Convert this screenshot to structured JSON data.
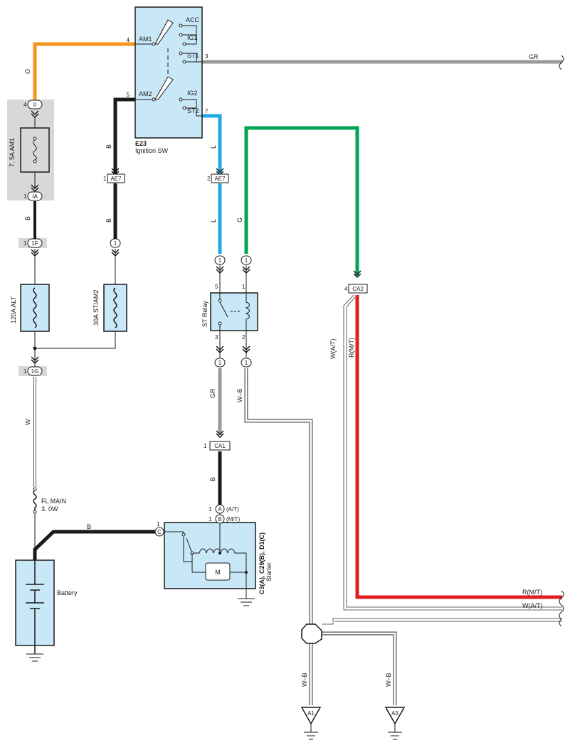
{
  "colors": {
    "orange": "#f7941d",
    "black": "#1a1a1a",
    "gray": "#999999",
    "blue": "#1fa9e6",
    "green": "#00a651",
    "red": "#e02020",
    "component_fill": "#c9e8f7",
    "shade": "#d8d8d8"
  },
  "ignition_switch": {
    "ref": "E23",
    "name": "Ignition SW",
    "terminals": {
      "am1": "AM1",
      "am2": "AM2",
      "acc": "ACC",
      "ig1": "IG1",
      "st1": "ST1",
      "ig2": "IG2",
      "st2": "ST2"
    },
    "pins": {
      "am1": "4",
      "am2": "5",
      "st1": "3",
      "st2": "7"
    }
  },
  "wire_colors": {
    "o": "O",
    "b": "B",
    "gr": "GR",
    "l": "L",
    "g": "G",
    "w": "W",
    "wb": "W–B",
    "wat": "W(A/T)",
    "rmt": "R(M/T)"
  },
  "connectors": {
    "ii": {
      "pin": "4",
      "name": "II"
    },
    "ia": {
      "pin": "1",
      "name": "IA"
    },
    "f1": {
      "pin": "1",
      "name": "1F"
    },
    "g1": {
      "pin": "1",
      "name": "1G"
    },
    "ae7_left": {
      "pin": "1",
      "name": "AE7"
    },
    "ae7_right": {
      "pin": "2",
      "name": "AE7"
    },
    "ca2": {
      "pin": "4",
      "name": "CA2"
    },
    "ca1": {
      "pin": "1",
      "name": "CA1"
    },
    "one": "1"
  },
  "fuses": {
    "am1": "7. 5A AM1",
    "alt": "120A ALT",
    "st_am2": "30A ST/AM2",
    "fl_main_1": "FL MAIN",
    "fl_main_2": "3. 0W"
  },
  "relay": {
    "name": "ST Relay",
    "pins": {
      "p5": "5",
      "p3": "3",
      "p1": "1",
      "p2": "2"
    }
  },
  "starter": {
    "ref": "C3(A), C29(B), D1(C)",
    "name": "Starter",
    "pin_a": {
      "pin": "1",
      "letter": "A",
      "note": "(A/T)"
    },
    "pin_b": {
      "pin": "1",
      "letter": "B",
      "note": "(M/T)"
    },
    "pin_c": {
      "pin": "1",
      "letter": "C"
    },
    "motor": "M"
  },
  "battery": {
    "name": "Battery"
  },
  "grounds": {
    "a1": "A1",
    "a3": "A3"
  },
  "right_labels": {
    "gr": "GR",
    "rmt": "R(M/T)",
    "wat": "W(A/T)"
  }
}
